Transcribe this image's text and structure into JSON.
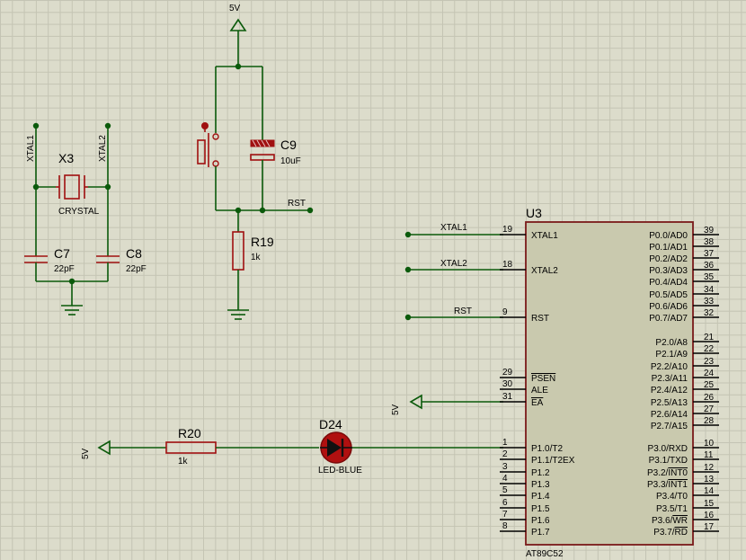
{
  "components": {
    "crystal": {
      "ref": "X3",
      "value": "CRYSTAL"
    },
    "c7": {
      "ref": "C7",
      "value": "22pF"
    },
    "c8": {
      "ref": "C8",
      "value": "22pF"
    },
    "c9": {
      "ref": "C9",
      "value": "10uF"
    },
    "r19": {
      "ref": "R19",
      "value": "1k"
    },
    "r20": {
      "ref": "R20",
      "value": "1k"
    },
    "led": {
      "ref": "D24",
      "value": "LED-BLUE"
    },
    "mcu": {
      "ref": "U3",
      "part": "AT89C52"
    }
  },
  "nets": {
    "xtal1": "XTAL1",
    "xtal2": "XTAL2",
    "rst": "RST",
    "vcc_top": "5V",
    "vcc_ea": "5V",
    "vcc_led": "5V"
  },
  "mcu_left_pins": [
    {
      "num": "19",
      "name": "XTAL1"
    },
    {
      "num": "18",
      "name": "XTAL2"
    },
    {
      "num": "9",
      "name": "RST"
    },
    {
      "num": "29",
      "name": "PSEN"
    },
    {
      "num": "30",
      "name": "ALE"
    },
    {
      "num": "31",
      "name": "EA"
    },
    {
      "num": "1",
      "name": "P1.0/T2"
    },
    {
      "num": "2",
      "name": "P1.1/T2EX"
    },
    {
      "num": "3",
      "name": "P1.2"
    },
    {
      "num": "4",
      "name": "P1.3"
    },
    {
      "num": "5",
      "name": "P1.4"
    },
    {
      "num": "6",
      "name": "P1.5"
    },
    {
      "num": "7",
      "name": "P1.6"
    },
    {
      "num": "8",
      "name": "P1.7"
    }
  ],
  "mcu_right_pins": [
    {
      "num": "39",
      "name": "P0.0/AD0"
    },
    {
      "num": "38",
      "name": "P0.1/AD1"
    },
    {
      "num": "37",
      "name": "P0.2/AD2"
    },
    {
      "num": "36",
      "name": "P0.3/AD3"
    },
    {
      "num": "35",
      "name": "P0.4/AD4"
    },
    {
      "num": "34",
      "name": "P0.5/AD5"
    },
    {
      "num": "33",
      "name": "P0.6/AD6"
    },
    {
      "num": "32",
      "name": "P0.7/AD7"
    },
    {
      "num": "21",
      "name": "P2.0/A8"
    },
    {
      "num": "22",
      "name": "P2.1/A9"
    },
    {
      "num": "23",
      "name": "P2.2/A10"
    },
    {
      "num": "24",
      "name": "P2.3/A11"
    },
    {
      "num": "25",
      "name": "P2.4/A12"
    },
    {
      "num": "26",
      "name": "P2.5/A13"
    },
    {
      "num": "27",
      "name": "P2.6/A14"
    },
    {
      "num": "28",
      "name": "P2.7/A15"
    },
    {
      "num": "10",
      "name": "P3.0/RXD"
    },
    {
      "num": "11",
      "name": "P3.1/TXD"
    },
    {
      "num": "12",
      "name": "P3.2/INT0"
    },
    {
      "num": "13",
      "name": "P3.3/INT1"
    },
    {
      "num": "14",
      "name": "P3.4/T0"
    },
    {
      "num": "15",
      "name": "P3.5/T1"
    },
    {
      "num": "16",
      "name": "P3.6/WR"
    },
    {
      "num": "17",
      "name": "P3.7/RD"
    }
  ],
  "colors": {
    "wire": "#0b5a0b",
    "component": "#a01010",
    "chip_fill": "#c9c9ae",
    "chip_border": "#7a1a1a",
    "background": "#dcdccb"
  }
}
